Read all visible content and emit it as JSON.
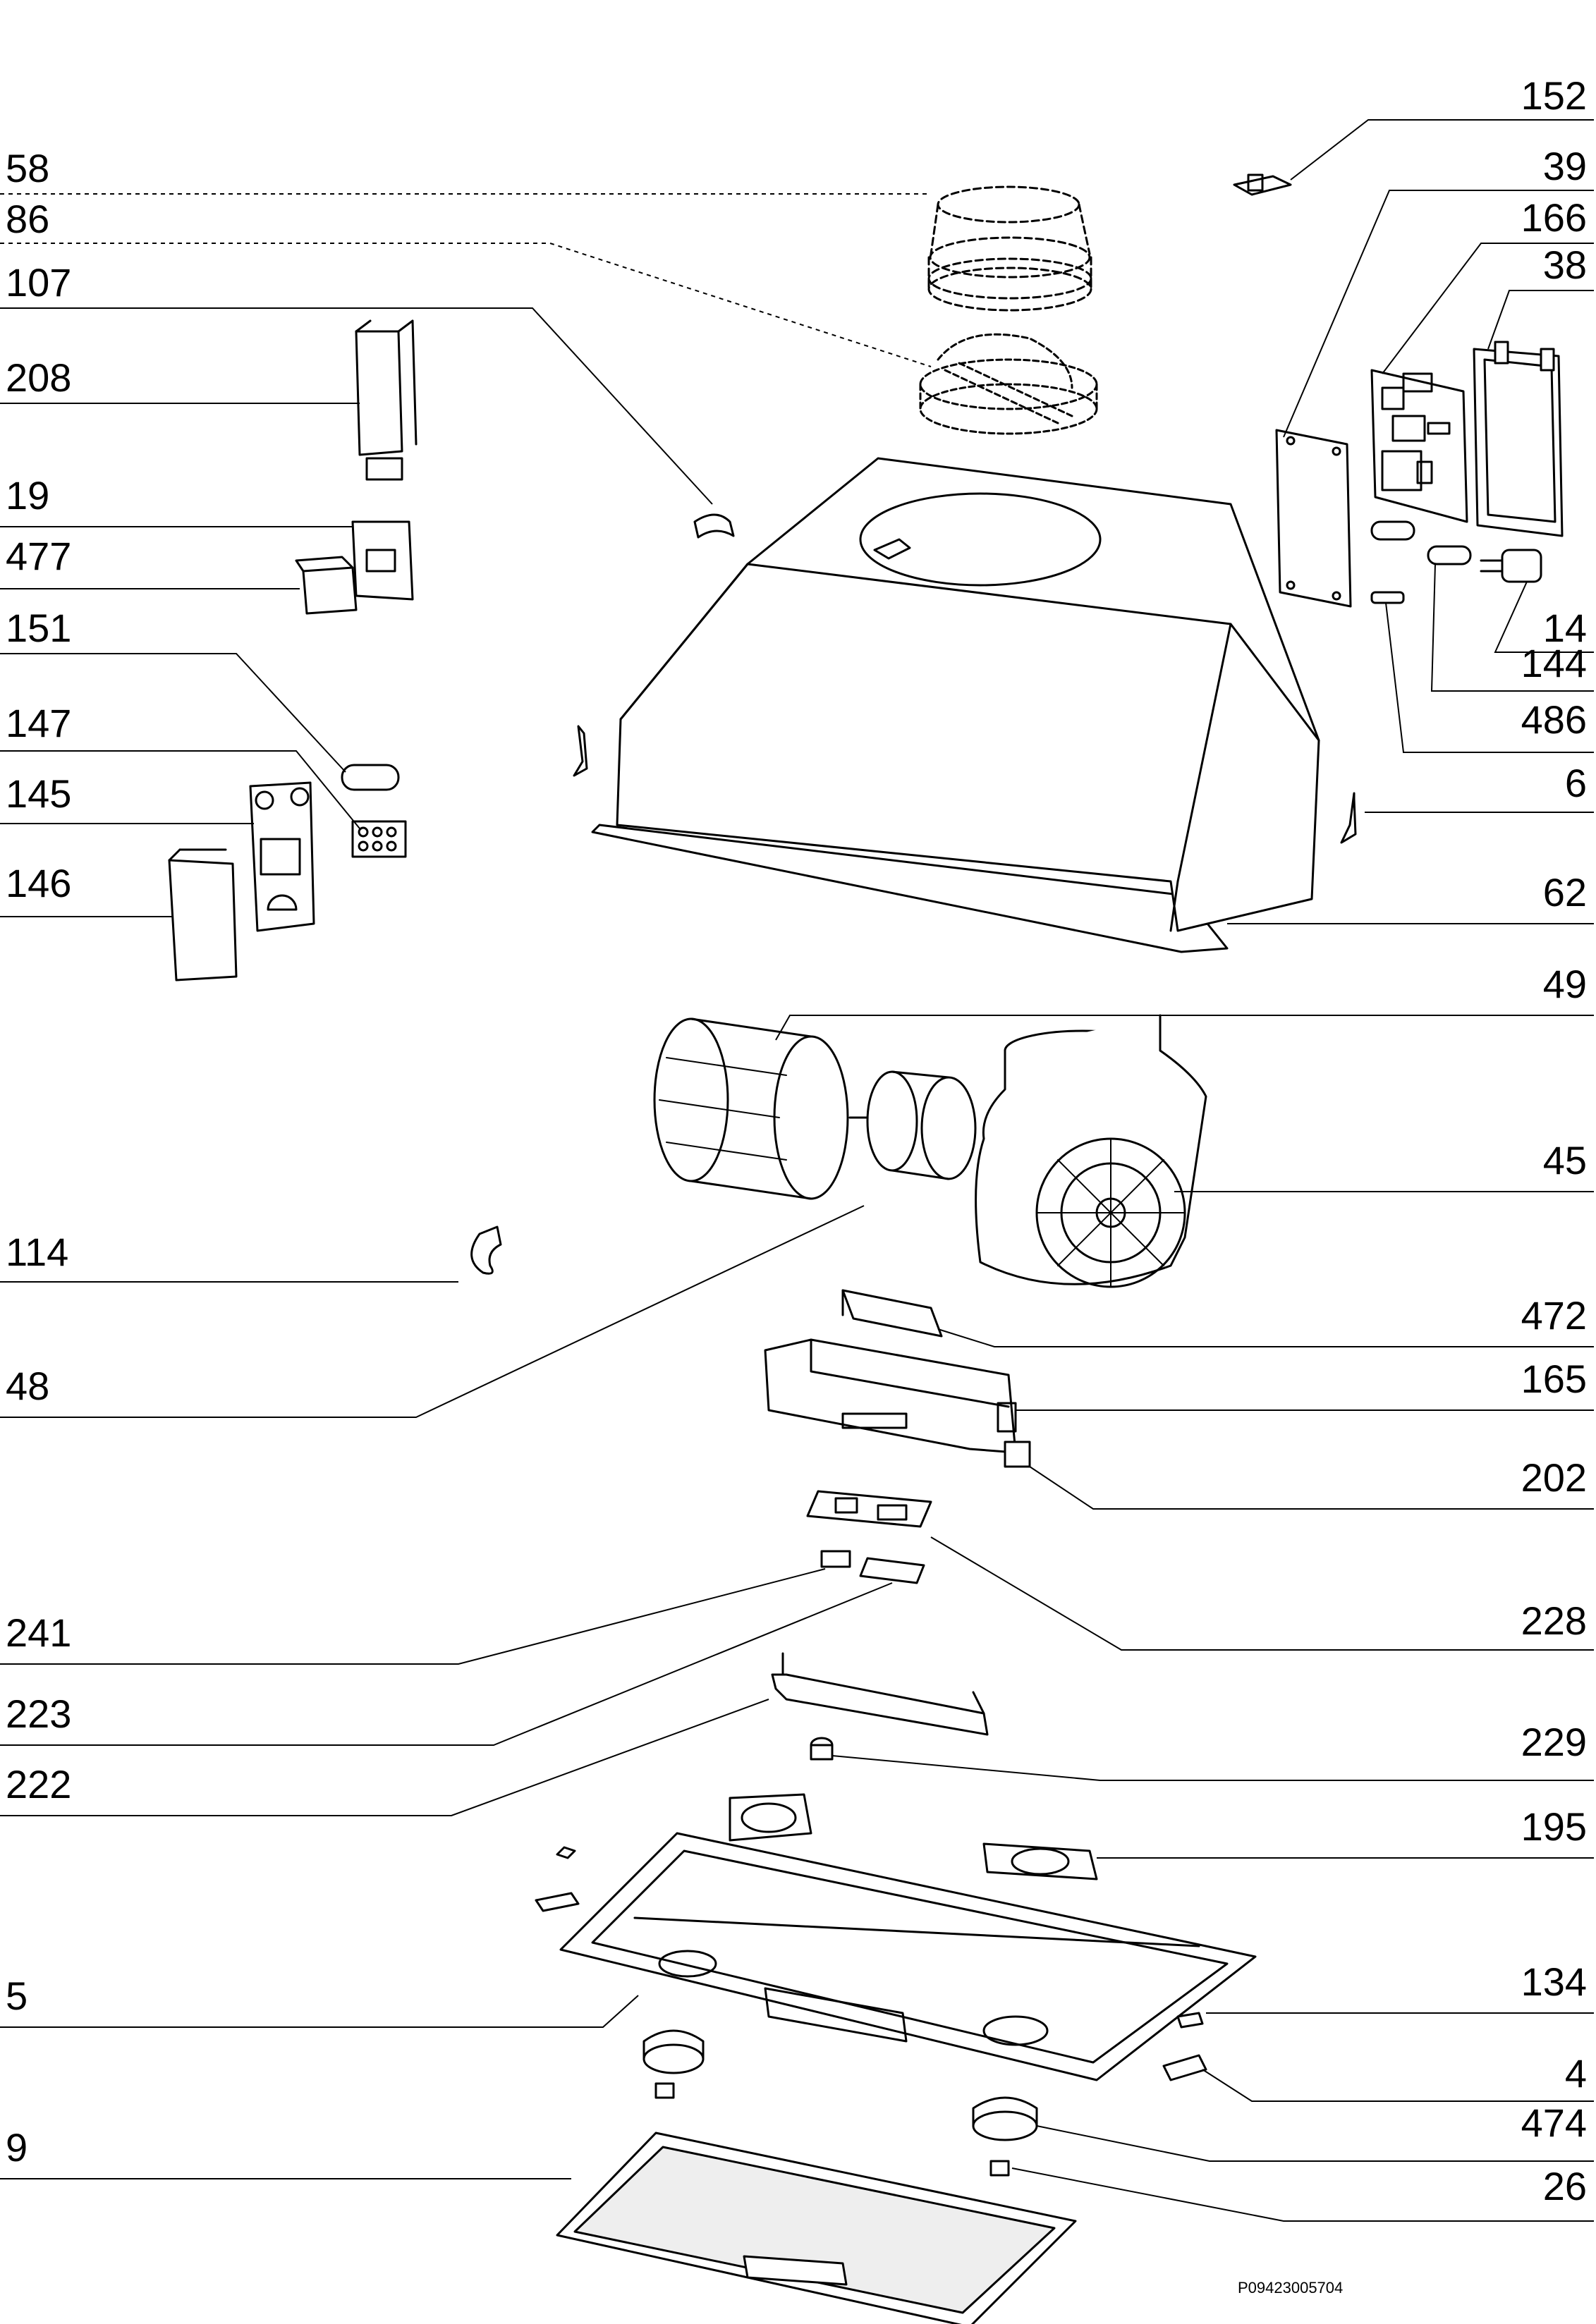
{
  "diagram": {
    "title": "",
    "document_code": "P09423005704",
    "parts": [
      {
        "id": "152",
        "label": "152"
      },
      {
        "id": "58",
        "label": "58"
      },
      {
        "id": "39",
        "label": "39"
      },
      {
        "id": "86",
        "label": "86"
      },
      {
        "id": "166",
        "label": "166"
      },
      {
        "id": "38",
        "label": "38"
      },
      {
        "id": "107",
        "label": "107"
      },
      {
        "id": "208",
        "label": "208"
      },
      {
        "id": "19",
        "label": "19"
      },
      {
        "id": "477",
        "label": "477"
      },
      {
        "id": "14",
        "label": "14"
      },
      {
        "id": "151",
        "label": "151"
      },
      {
        "id": "144",
        "label": "144"
      },
      {
        "id": "147",
        "label": "147"
      },
      {
        "id": "486",
        "label": "486"
      },
      {
        "id": "145",
        "label": "145"
      },
      {
        "id": "6",
        "label": "6"
      },
      {
        "id": "146",
        "label": "146"
      },
      {
        "id": "62",
        "label": "62"
      },
      {
        "id": "49",
        "label": "49"
      },
      {
        "id": "45",
        "label": "45"
      },
      {
        "id": "114",
        "label": "114"
      },
      {
        "id": "472",
        "label": "472"
      },
      {
        "id": "48",
        "label": "48"
      },
      {
        "id": "165",
        "label": "165"
      },
      {
        "id": "202",
        "label": "202"
      },
      {
        "id": "241",
        "label": "241"
      },
      {
        "id": "228",
        "label": "228"
      },
      {
        "id": "223",
        "label": "223"
      },
      {
        "id": "229",
        "label": "229"
      },
      {
        "id": "222",
        "label": "222"
      },
      {
        "id": "195",
        "label": "195"
      },
      {
        "id": "5",
        "label": "5"
      },
      {
        "id": "134",
        "label": "134"
      },
      {
        "id": "4",
        "label": "4"
      },
      {
        "id": "474",
        "label": "474"
      },
      {
        "id": "9",
        "label": "9"
      },
      {
        "id": "26",
        "label": "26"
      }
    ]
  }
}
